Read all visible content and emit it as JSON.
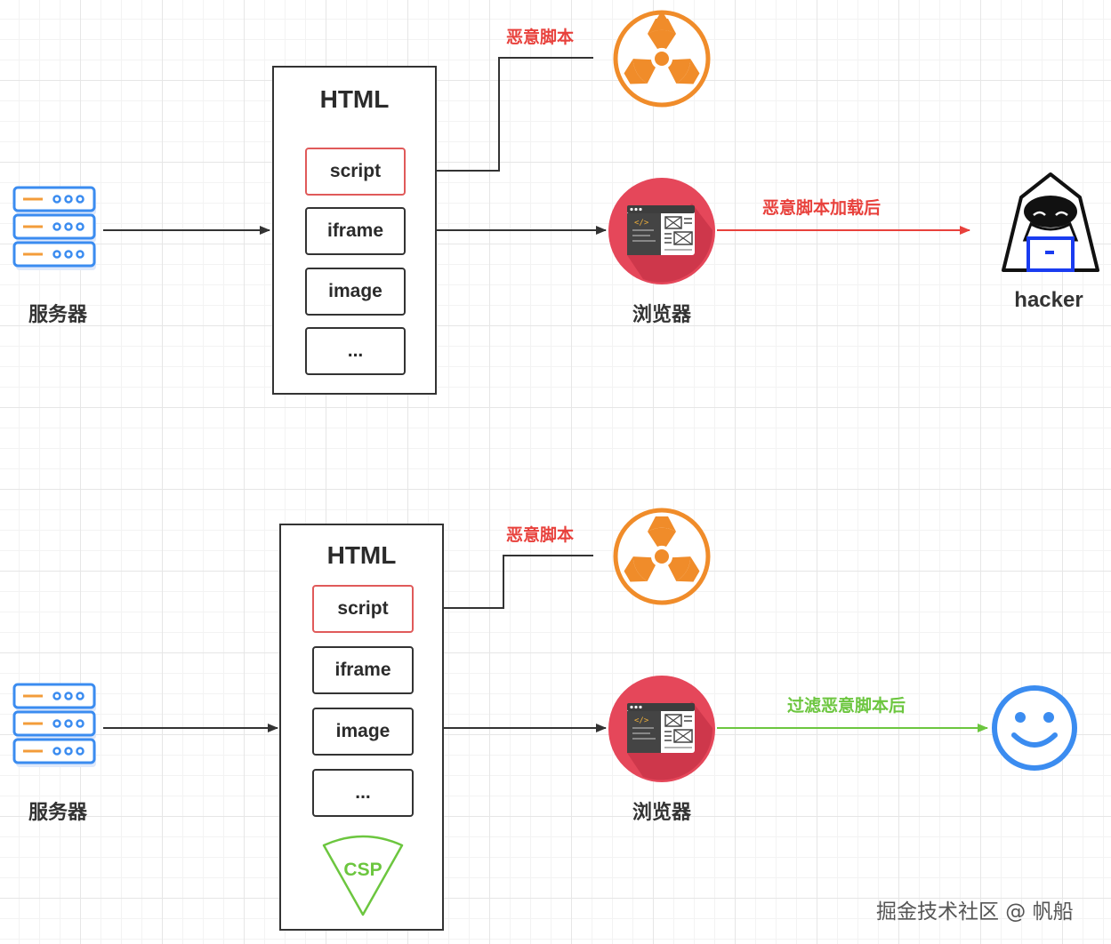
{
  "colors": {
    "red": "#e8413c",
    "green": "#6cc63f",
    "orange": "#f08c2a",
    "blue": "#3b8cf0",
    "dark": "#333333"
  },
  "top": {
    "server_label": "服务器",
    "html_title": "HTML",
    "items": [
      "script",
      "iframe",
      "image",
      "..."
    ],
    "malicious_label": "恶意脚本",
    "browser_label": "浏览器",
    "after_load_label": "恶意脚本加载后",
    "hacker_label": "hacker"
  },
  "bottom": {
    "server_label": "服务器",
    "html_title": "HTML",
    "items": [
      "script",
      "iframe",
      "image",
      "..."
    ],
    "csp_label": "CSP",
    "malicious_label": "恶意脚本",
    "browser_label": "浏览器",
    "after_filter_label": "过滤恶意脚本后"
  },
  "icons": {
    "server": "server-stack-icon",
    "radiation": "radiation-icon",
    "browser": "browser-window-icon",
    "hacker": "hacker-icon",
    "smiley": "smiley-face-icon"
  },
  "watermark": "掘金技术社区 @ 帆船"
}
